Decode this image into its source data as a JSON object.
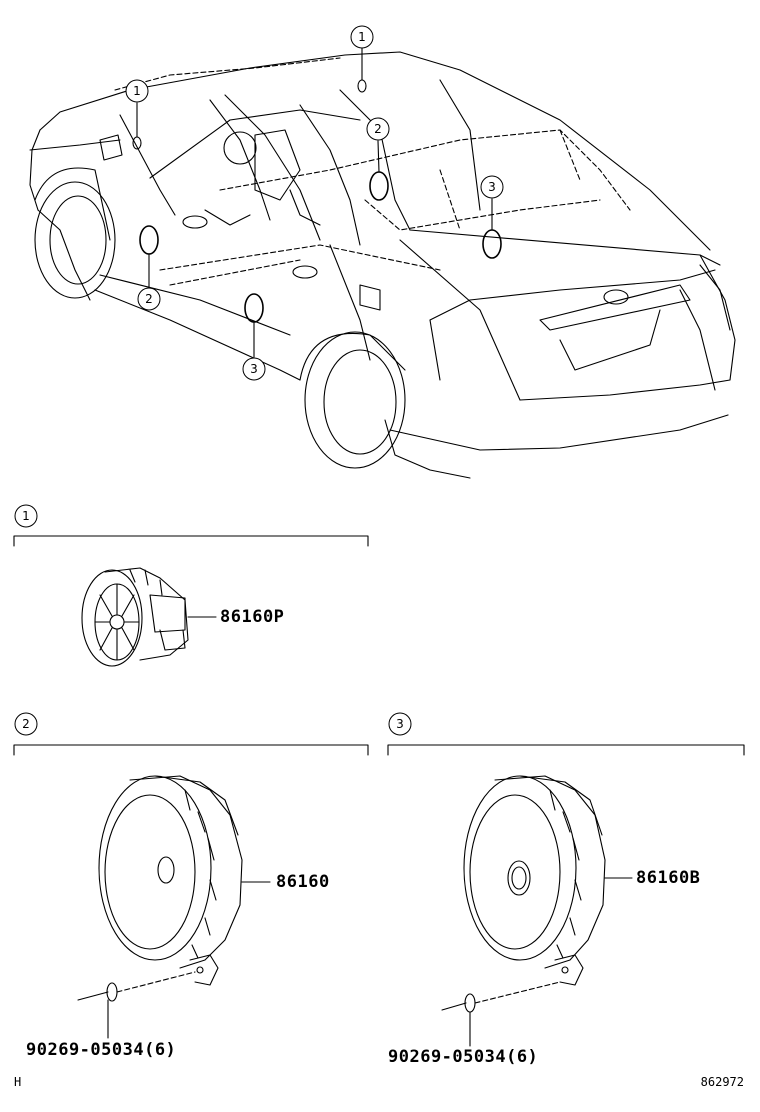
{
  "callouts": [
    "1",
    "2",
    "3"
  ],
  "sections": [
    {
      "marker": "1",
      "part_number": "86160P"
    },
    {
      "marker": "2",
      "part_number": "86160",
      "screw_part": "90269-05034(6)"
    },
    {
      "marker": "3",
      "part_number": "86160B",
      "screw_part": "90269-05034(6)"
    }
  ],
  "footer": {
    "left": "H",
    "right": "862972"
  }
}
